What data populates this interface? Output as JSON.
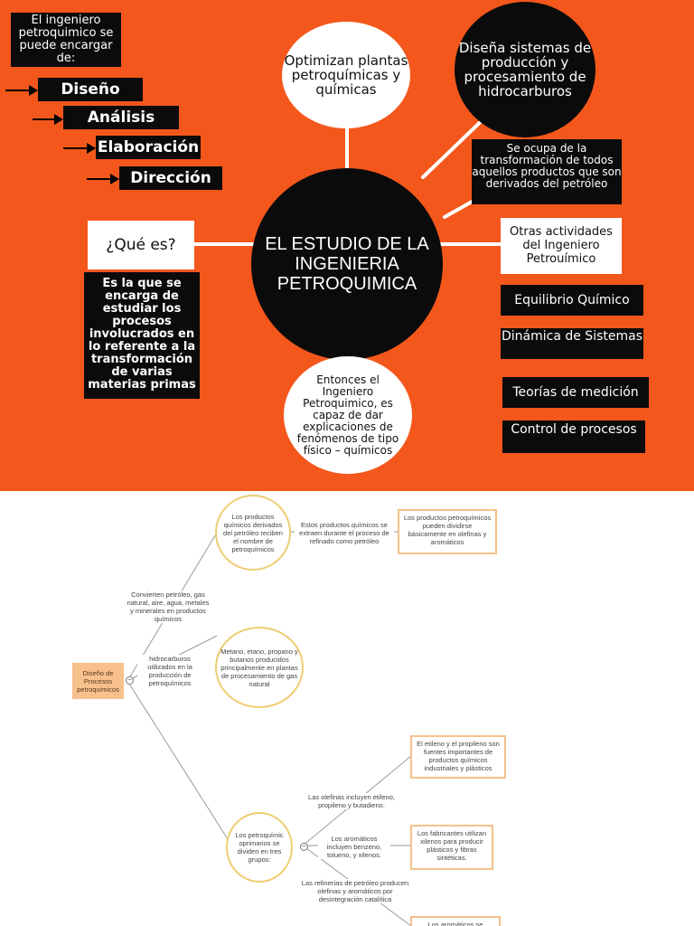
{
  "top": {
    "intro": "El ingeniero petroquimico se puede encargar de:",
    "roles": [
      "Diseño",
      "Análisis",
      "Elaboración",
      "Dirección"
    ],
    "center": "EL ESTUDIO DE LA INGENIERIA PETROQUIMICA",
    "optimizan": "Optimizan plantas petroquímicas y químicas",
    "disena": "Diseña sistemas de producción y procesamiento de hidrocarburos",
    "se_ocupa": "Se ocupa de la transformación de todos aquellos productos que son derivados del petróleo",
    "que_es": "¿Qué es?",
    "definicion": "Es la que se encarga de estudiar los procesos involucrados en lo referente a la transformación de varias materias primas",
    "otras": "Otras actividades del Ingeniero Petrouímico",
    "actividades": [
      "Equilibrio Químico",
      "Dinámica de Sistemas",
      "Teorías de medición",
      "Control de procesos"
    ],
    "entonces": "Entonces el Ingeniero Petroquimico, es capaz de dar explicaciones de fenómenos de tipo físico – químicos"
  },
  "bottom": {
    "root": "Diseño de Procesos petroquimicos",
    "link_convierten": "Convierten petróleo, gas natural, aire, agua, metales y minerales en productos químicos",
    "link_hidrocarburos": "hidrocarburos utilizados en la producción de petroquímicos",
    "node_productos": "Los productos químicos derivados del petróleo reciben el nombre de petroquímicos",
    "link_estos": "Estos productos químicos se extraen durante el proceso de refinado como petróleo",
    "node_dividirse": "Los productos petroquímicos pueden dividirse básicamente en olefinas y aromáticos",
    "node_metano": "Metano, etano, propano y butanos producidos principalmente en plantas de procesamiento de gas natural",
    "node_grupos": "Los petroquímic oprimarios se dividen en tres grupos:",
    "link_olefinas": "Las olefinas incluyen etileno, propileno y butadieno.",
    "link_aromaticos": "Los aromáticos incluyen benzeno, tolueno, y xilenos.",
    "link_refinerias": "Las refinerías de petróleo producen olefinas y aromáticos por desintegración catalítica",
    "node_etileno": "El etileno y el propileno son fuentes importantes de productos químicos industriales y plásticos",
    "node_fabricantes": "Los fabricantes utilizan xilenos para producir plásticos y fibras sintéticas.",
    "node_aromaticos_se": "Los aromáticos se",
    "toggle_symbol": "−"
  }
}
